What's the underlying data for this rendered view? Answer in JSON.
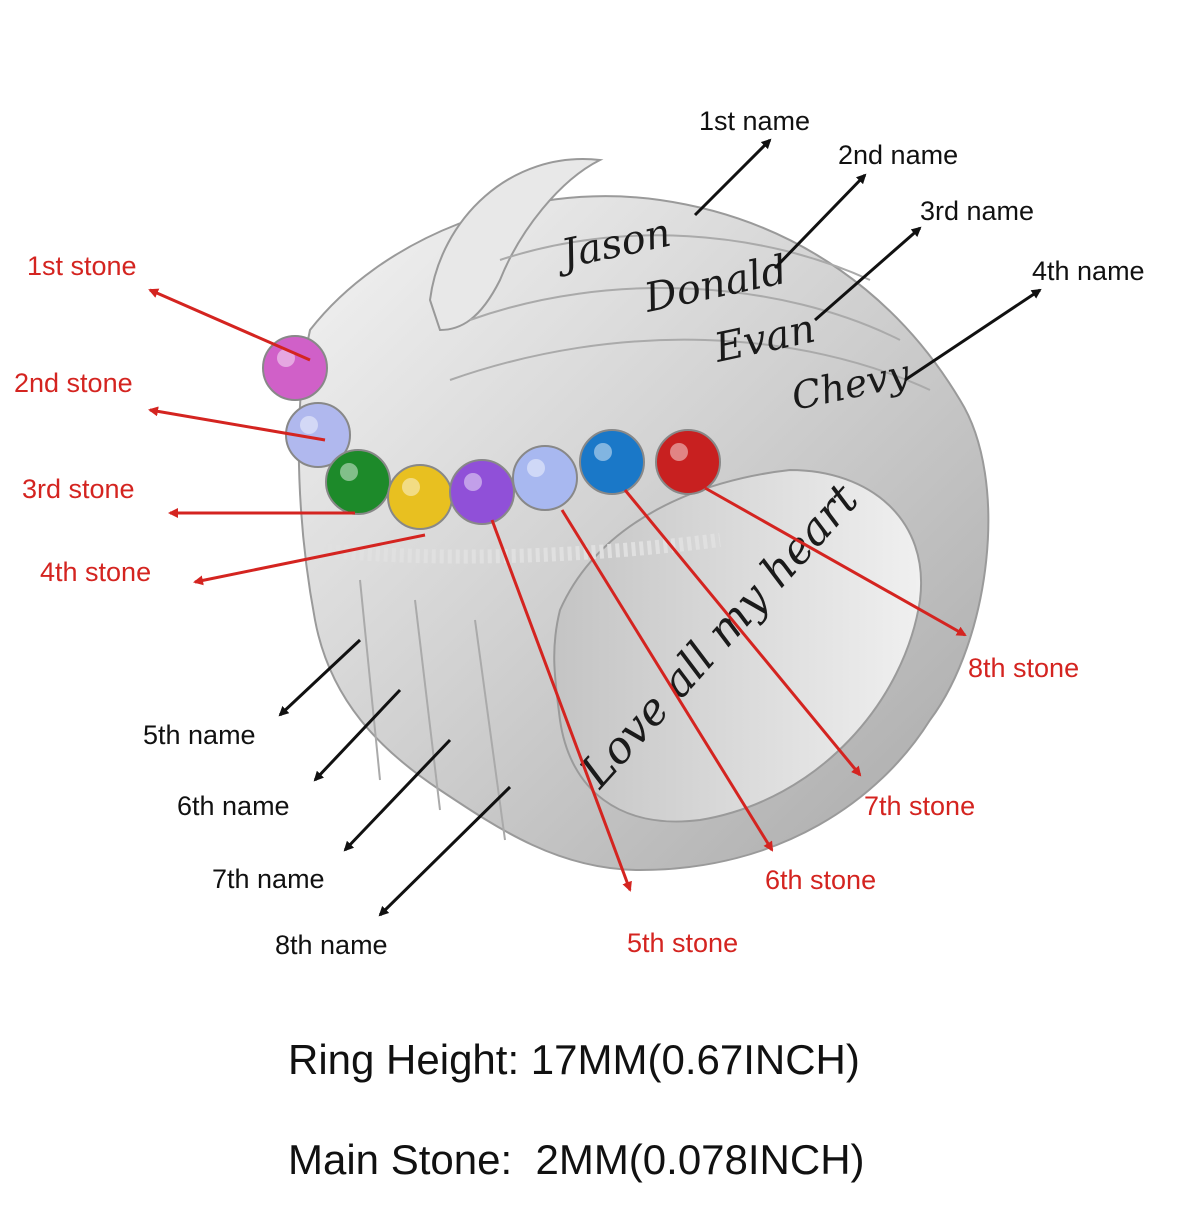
{
  "stone_labels": [
    "1st stone",
    "2nd stone",
    "3rd stone",
    "4th stone",
    "5th stone",
    "6th stone",
    "7th stone",
    "8th stone"
  ],
  "name_labels": [
    "1st name",
    "2nd name",
    "3rd name",
    "4th name",
    "5th name",
    "6th name",
    "7th name",
    "8th name"
  ],
  "engraved_names": [
    "Jason",
    "Donald",
    "Evan",
    "Chevy"
  ],
  "inner_engraving": "Love all my heart",
  "stone_colors": [
    "#d060c8",
    "#b0b8ee",
    "#1d8a2a",
    "#e8c020",
    "#9050d8",
    "#a8b8f0",
    "#1a78c8",
    "#c82020"
  ],
  "colors": {
    "stone_label": "#d42420",
    "name_label": "#111111",
    "metal": "#d8d8d8"
  },
  "specs": {
    "ring_height": "Ring Height: 17MM(0.67INCH)",
    "main_stone": "Main Stone:  2MM(0.078INCH)"
  }
}
